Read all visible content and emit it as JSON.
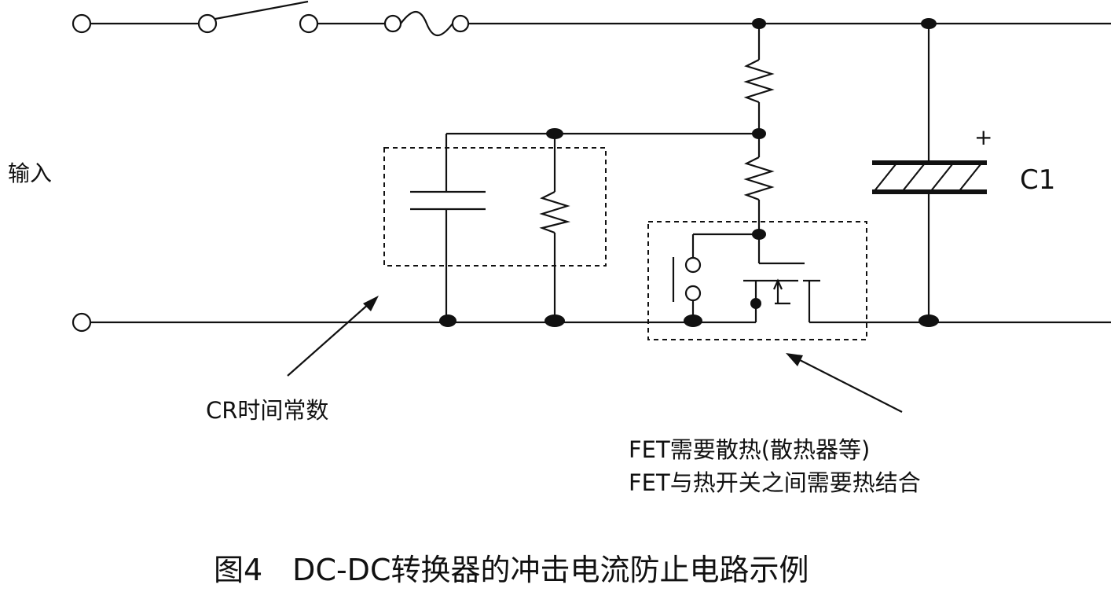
{
  "labels": {
    "input": "输入",
    "c1": "C1",
    "plus": "+",
    "cr": "CR时间常数",
    "fet_line1": "FET需要散热(散热器等)",
    "fet_line2": "FET与热开关之间需要热结合"
  },
  "caption": "图4　DC-DC转换器的冲击电流防止电路示例"
}
